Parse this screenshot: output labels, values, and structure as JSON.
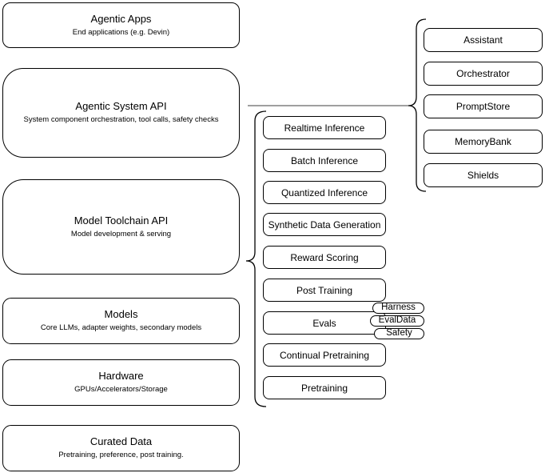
{
  "diagram": {
    "stack": [
      {
        "title": "Agentic Apps",
        "subtitle": "End applications (e.g. Devin)"
      },
      {
        "title": "Agentic System API",
        "subtitle": "System component orchestration, tool calls, safety checks"
      },
      {
        "title": "Model Toolchain API",
        "subtitle": "Model development & serving"
      },
      {
        "title": "Models",
        "subtitle": "Core LLMs, adapter weights, secondary models"
      },
      {
        "title": "Hardware",
        "subtitle": "GPUs/Accelerators/Storage"
      },
      {
        "title": "Curated Data",
        "subtitle": "Pretraining, preference, post training."
      }
    ],
    "toolchain_items": [
      "Realtime Inference",
      "Batch Inference",
      "Quantized Inference",
      "Synthetic Data Generation",
      "Reward Scoring",
      "Post Training",
      "Evals",
      "Continual Pretraining",
      "Pretraining"
    ],
    "eval_tags": [
      "Harness",
      "EvalData",
      "Safety"
    ],
    "system_components": [
      "Assistant",
      "Orchestrator",
      "PromptStore",
      "MemoryBank",
      "Shields"
    ],
    "colors": {
      "node_border": "#000000",
      "background": "#ffffff",
      "connector": "#666666"
    }
  }
}
